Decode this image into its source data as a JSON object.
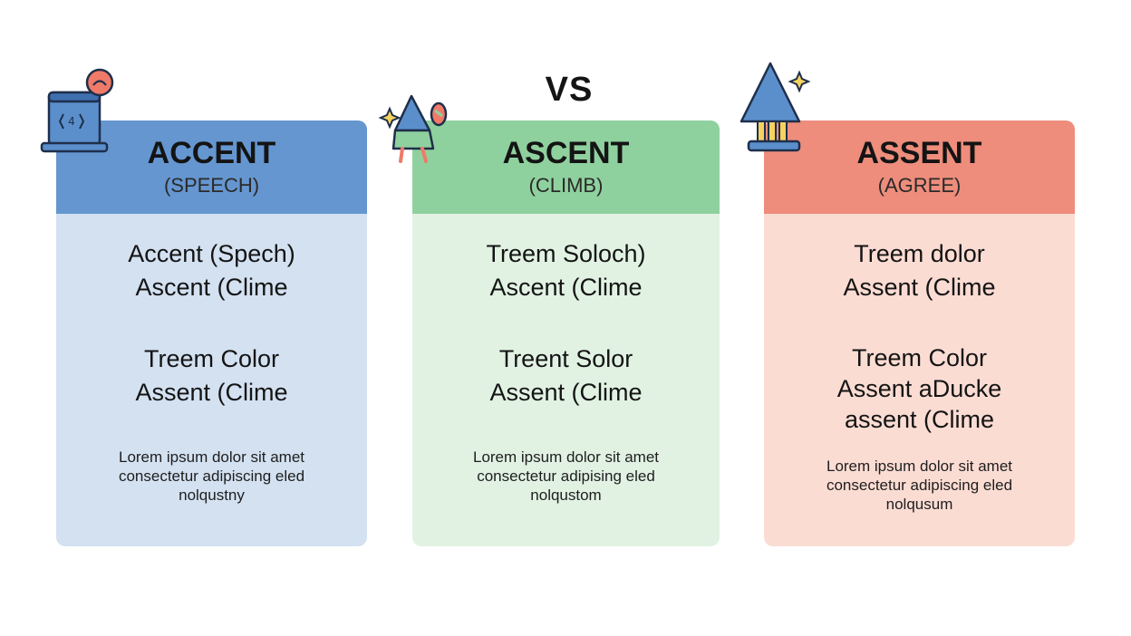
{
  "vs_label": "VS",
  "cards": [
    {
      "title": "ACCENT",
      "subtitle": "(SPEECH)",
      "block1": [
        "Accent (Spech)",
        "Ascent (Clime"
      ],
      "block2": [
        "Treem Color",
        "Assent (Clime"
      ],
      "lorem": [
        "Lorem ipsum dolor sit amet",
        "consectetur adipiscing eled",
        "nolqustny"
      ],
      "header_color": "#6596d0",
      "body_color": "#d3e1f1",
      "icon": "speech-bubble-device-icon"
    },
    {
      "title": "ASCENT",
      "subtitle": "(CLIMB)",
      "block1": [
        "Treem Soloch)",
        "Ascent (Clime"
      ],
      "block2": [
        "Treent Solor",
        "Assent (Clime"
      ],
      "lorem": [
        "Lorem ipsum dolor sit amet",
        "consectetur adipising eled",
        "nolqustom"
      ],
      "header_color": "#8fd19e",
      "body_color": "#e1f2e3",
      "icon": "mountain-climber-icon"
    },
    {
      "title": "ASSENT",
      "subtitle": "(AGREE)",
      "block1": [
        "Treem dolor",
        "Assent (Clime"
      ],
      "block2": [
        "Treem Color",
        "Assent aDucke",
        "assent (Clime"
      ],
      "lorem": [
        "Lorem ipsum dolor sit amet",
        "consectetur adipiscing eled",
        "nolqusum"
      ],
      "header_color": "#ee8d7c",
      "body_color": "#fbdcd3",
      "icon": "agreement-tower-icon"
    }
  ]
}
